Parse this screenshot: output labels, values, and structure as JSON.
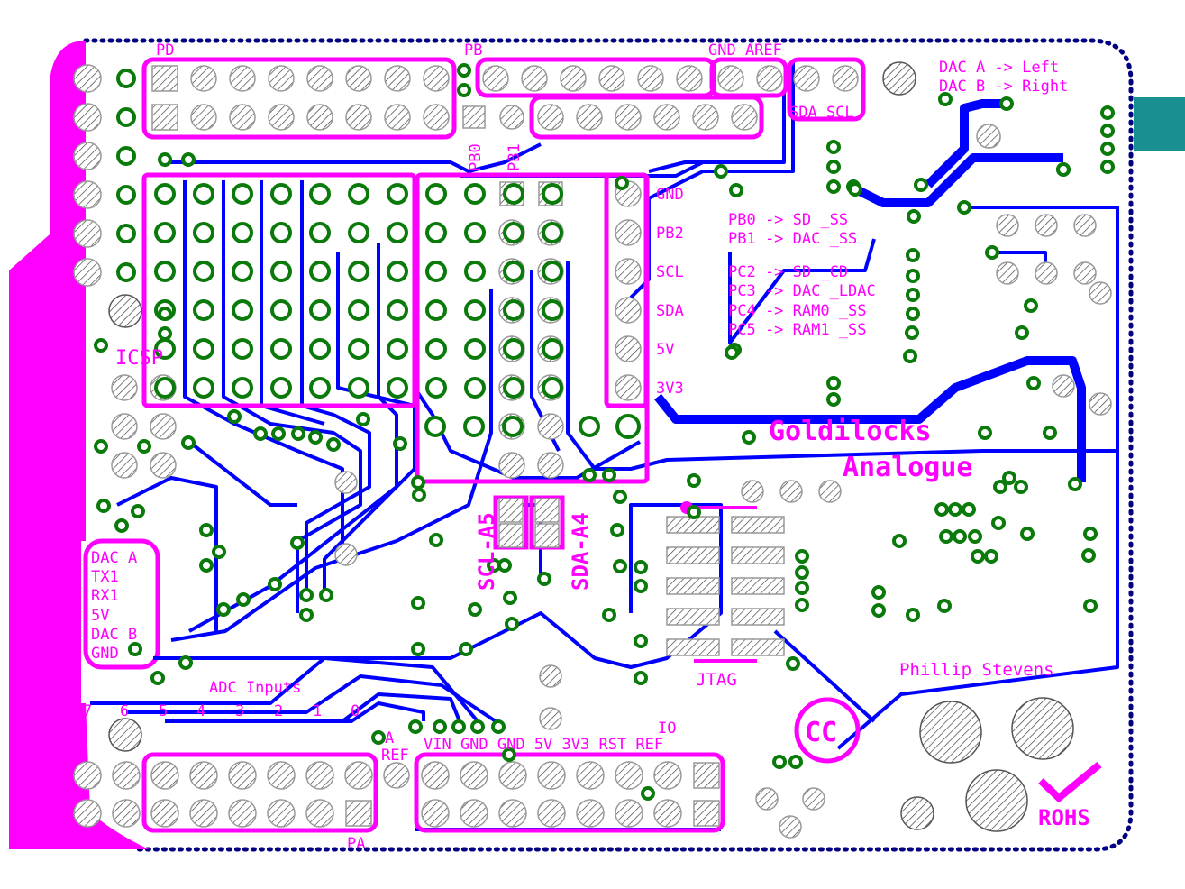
{
  "board": {
    "name_line1": "Goldilocks",
    "name_line2": "Analogue",
    "author": "Phillip Stevens",
    "license_logo": "CC",
    "rohs": "ROHS",
    "colors": {
      "silkscreen": "#ff00ff",
      "copper": "#0000ff",
      "via_ring": "#0a7a0a",
      "connector": "#1a8f8f",
      "outline": "#000080"
    }
  },
  "top_headers": {
    "pd": "PD",
    "pb": "PB",
    "gnd_aref": "GND AREF",
    "sda_scl": "SDA SCL",
    "pb0": "PB0",
    "pb1": "PB1"
  },
  "dac_map": [
    "DAC A -> Left",
    "DAC B -> Right"
  ],
  "side_labels": [
    "GND",
    "PB2",
    "SCL",
    "SDA",
    "5V",
    "3V3"
  ],
  "pin_map": [
    "PB0 -> SD _SS",
    "PB1 -> DAC _SS",
    "PC2 -> SD _CD",
    "PC3 -> DAC _LDAC",
    "PC4 -> RAM0 _SS",
    "PC5 -> RAM1 _SS"
  ],
  "icsp": "ICSP",
  "i2c_jumpers": {
    "scl": "SCL-A5",
    "sda": "SDA-A4"
  },
  "left_labels": [
    "DAC A",
    "TX1",
    "RX1",
    "5V",
    "DAC B",
    "GND"
  ],
  "adc": {
    "title": "ADC Inputs",
    "channels": [
      "7",
      "6",
      "5",
      "4",
      "3",
      "2",
      "1",
      "0"
    ],
    "aref_line1": "A",
    "aref_line2": "REF",
    "pa": "PA"
  },
  "power_header": {
    "labels": "VIN GND GND 5V 3V3 RST REF",
    "ioref_top": "IO"
  },
  "jtag": "JTAG"
}
